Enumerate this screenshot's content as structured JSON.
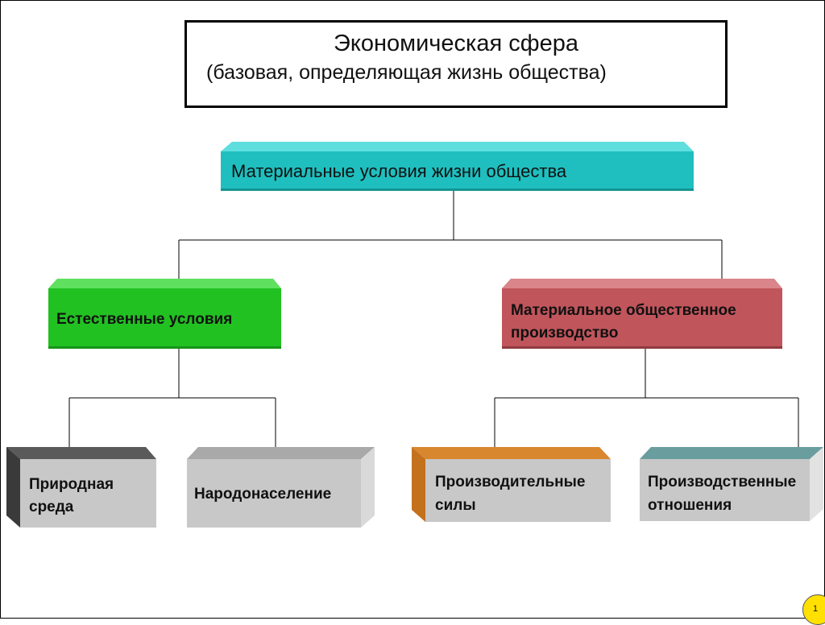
{
  "title": {
    "line1": "Экономическая сфера",
    "line2": "(базовая, определяющая жизнь общества)"
  },
  "root": {
    "label": "Материальные условия жизни общества",
    "color": "#1fbfbf"
  },
  "level2": {
    "left": {
      "label": "Естественные условия",
      "color": "#22c122"
    },
    "right": {
      "label_line1": "Материальное общественное",
      "label_line2": "производство",
      "color": "#c0555b"
    }
  },
  "level3": [
    {
      "label_line1": "Природная",
      "label_line2": "среда",
      "side_color": "#3a3a3a"
    },
    {
      "label_line1": "Народонаселение",
      "label_line2": "",
      "side_color": "#8a8a8a"
    },
    {
      "label_line1": "Производительные",
      "label_line2": "силы",
      "side_color": "#c4711e"
    },
    {
      "label_line1": "Производственные",
      "label_line2": "отношения",
      "side_color": "#4a9090"
    }
  ],
  "page_number": "1"
}
